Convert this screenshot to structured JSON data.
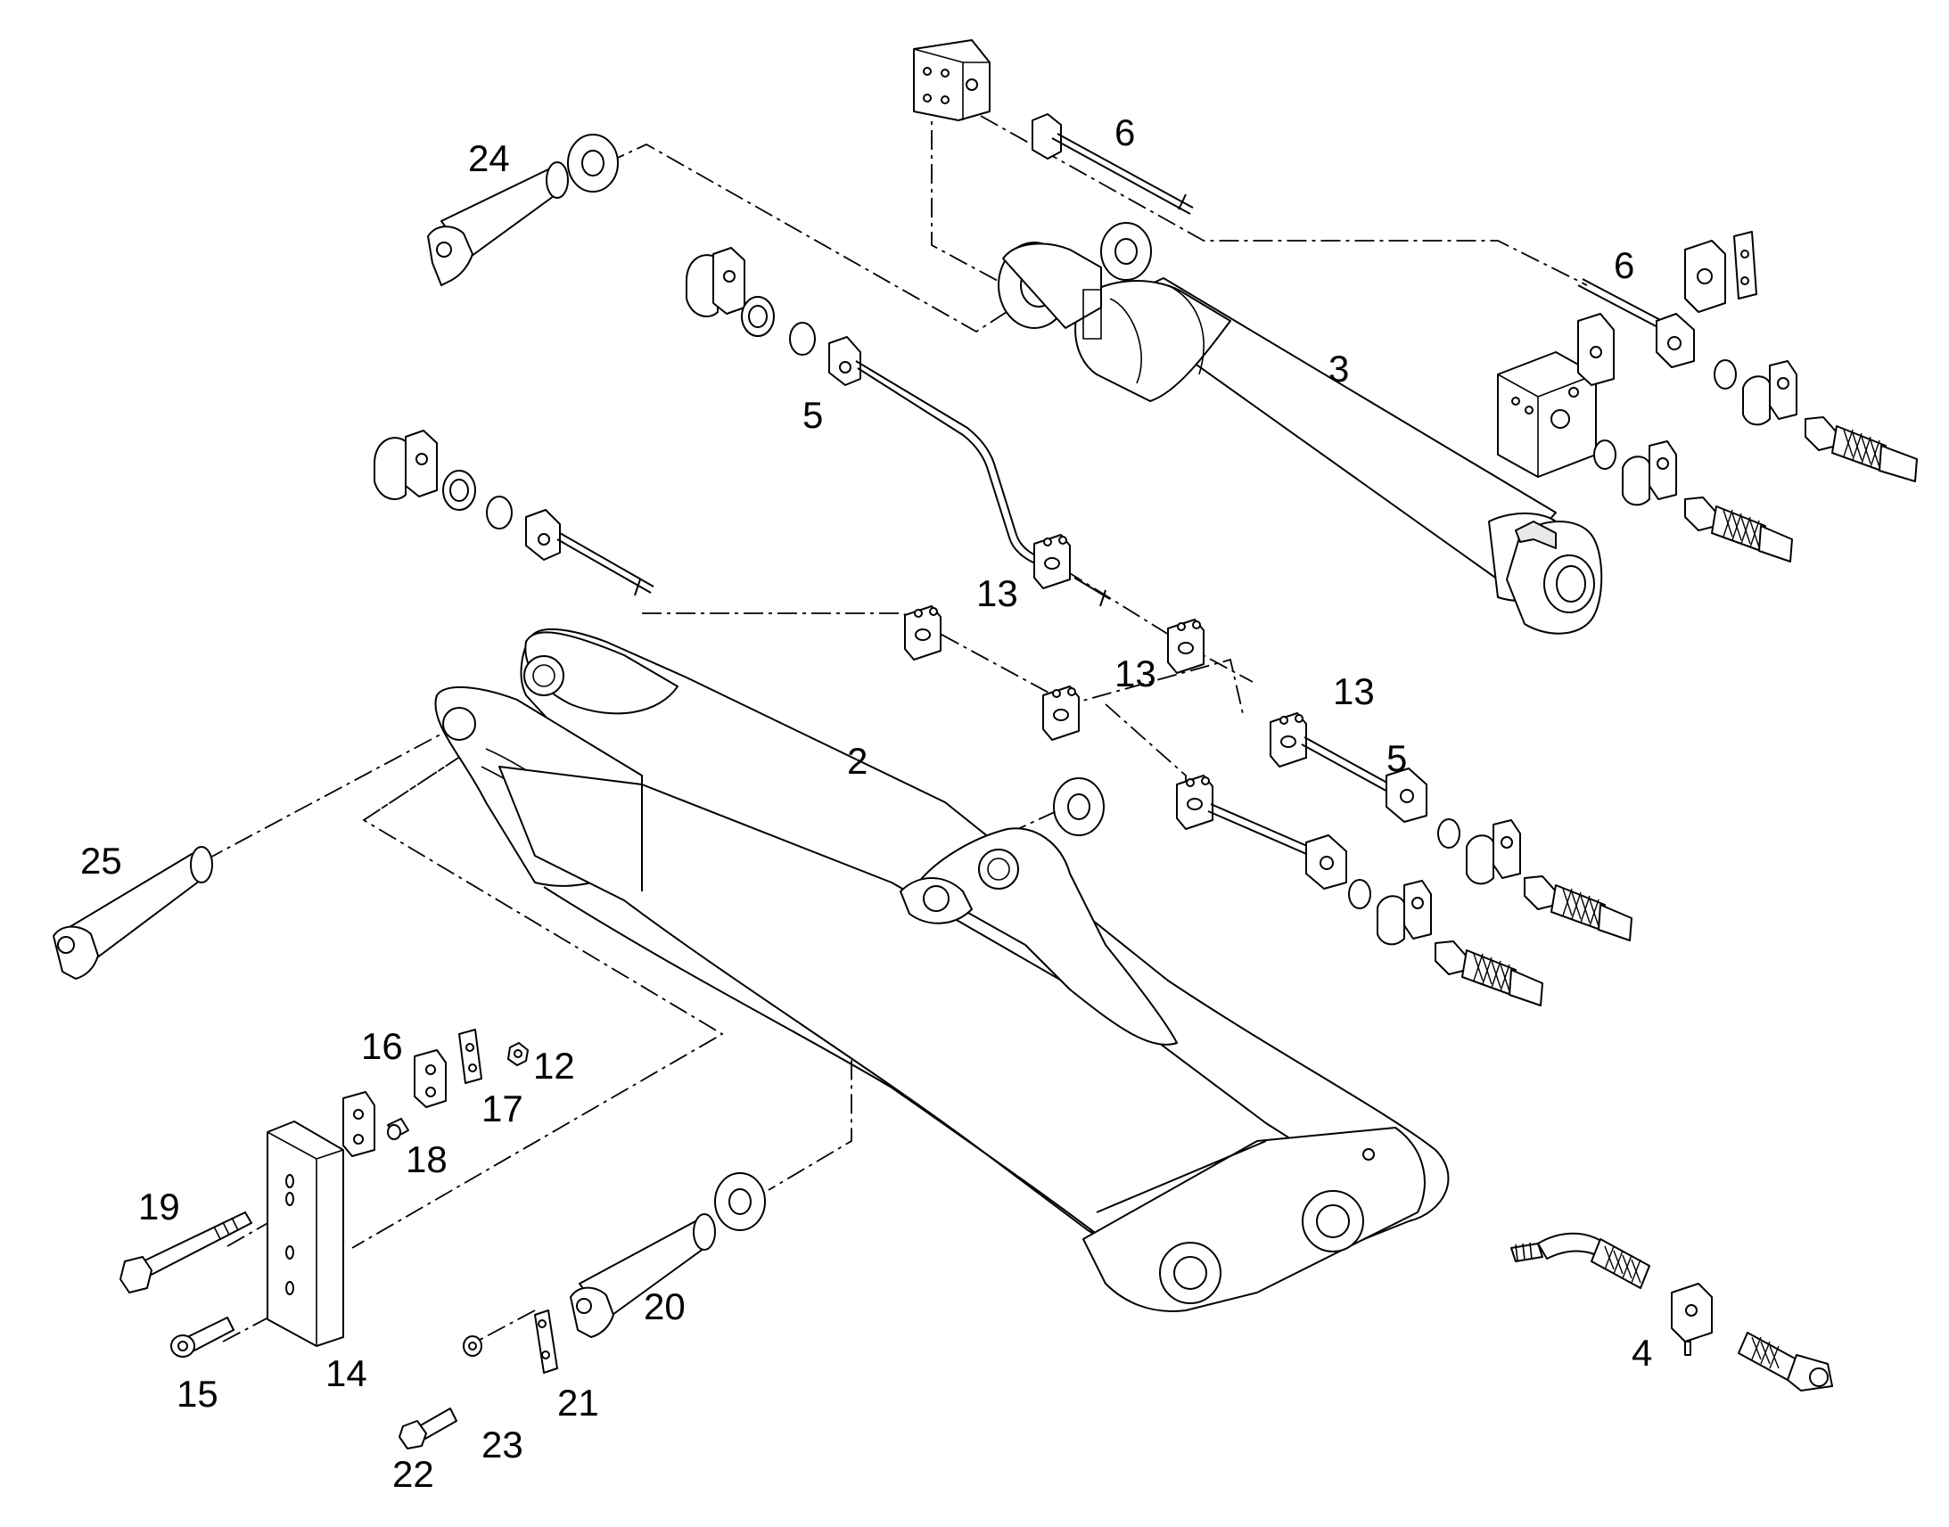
{
  "callouts": {
    "c2": "2",
    "c3": "3",
    "c4": "4",
    "c5a": "5",
    "c5b": "5",
    "c6a": "6",
    "c6b": "6",
    "c12": "12",
    "c13a": "13",
    "c13b": "13",
    "c13c": "13",
    "c14": "14",
    "c15": "15",
    "c16": "16",
    "c17": "17",
    "c18": "18",
    "c19": "19",
    "c20": "20",
    "c21": "21",
    "c22": "22",
    "c23": "23",
    "c24": "24",
    "c25": "25"
  }
}
